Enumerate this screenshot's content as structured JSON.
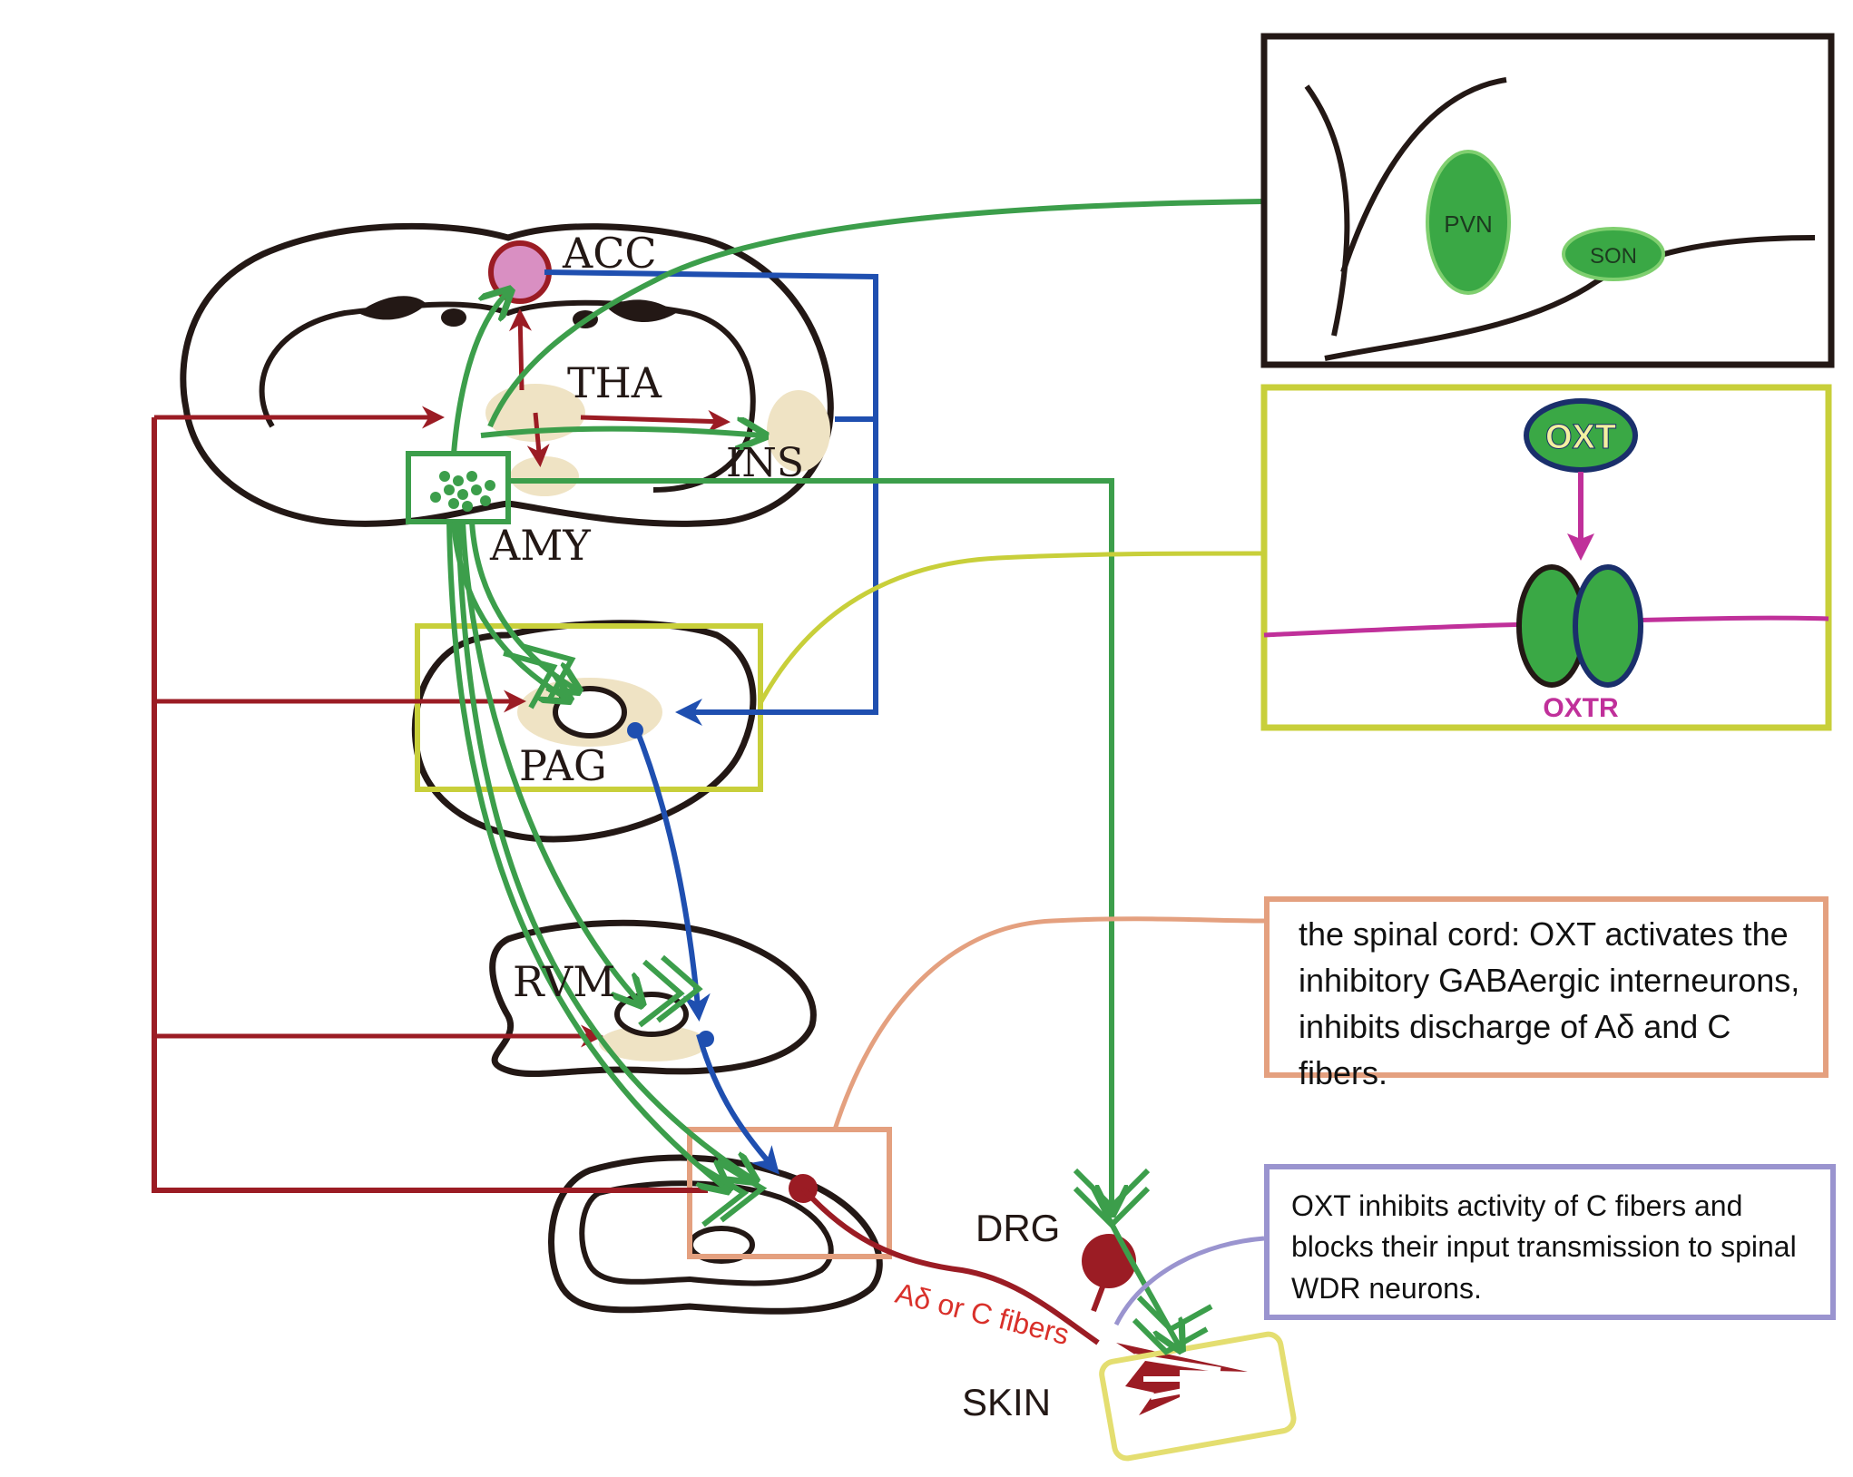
{
  "labels": {
    "acc": "ACC",
    "tha": "THA",
    "ins": "INS",
    "amy": "AMY",
    "pag": "PAG",
    "rvm": "RVM",
    "drg": "DRG",
    "skin": "SKIN",
    "fibers": "Aδ or C fibers"
  },
  "hypothalamus_panel": {
    "nucleus_1": "PVN",
    "nucleus_2": "SON"
  },
  "receptor_panel": {
    "ligand": "OXT",
    "receptor": "OXTR"
  },
  "notes": {
    "spinal_cord": "the spinal cord: OXT activates the inhibitory GABAergic interneurons, inhibits discharge of Aδ and C fibers.",
    "c_fibers": "OXT inhibits activity of C fibers and blocks their input transmission to spinal WDR  neurons."
  },
  "colors": {
    "outline": "#231815",
    "ascending": "#9b1c24",
    "oxytocin_path": "#3c9e4b",
    "descending": "#1f4fb0",
    "region_fill": "#efe3c4",
    "panel_yellow": "#c8cf3a",
    "panel_orange": "#e4a07f",
    "panel_violet": "#9a94cf",
    "receptor_line": "#c0309a"
  }
}
